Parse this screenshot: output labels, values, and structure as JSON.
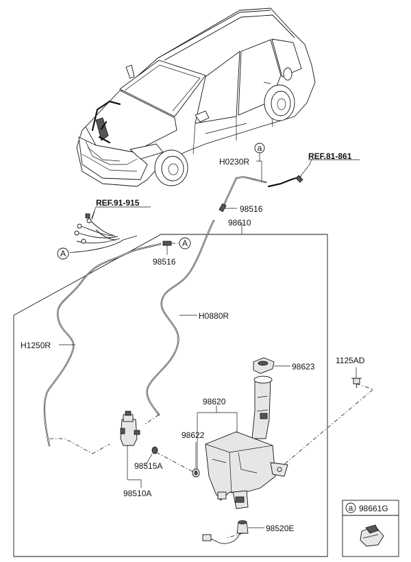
{
  "labels": {
    "ref_81_861": "REF.81-861",
    "ref_91_915": "REF.91-915",
    "h0230r": "H0230R",
    "h0880r": "H0880R",
    "h1250r": "H1250R",
    "p98516_top": "98516",
    "p98516_left": "98516",
    "p98610": "98610",
    "p98623": "98623",
    "p1125ad": "1125AD",
    "p98620": "98620",
    "p98622": "98622",
    "p98515a": "98515A",
    "p98510a": "98510A",
    "p98520e": "98520E",
    "p98661g": "98661G"
  },
  "markers": {
    "circle_a_small": "a",
    "circle_a_legend": "a",
    "circle_A_left": "A",
    "circle_A_right": "A"
  }
}
